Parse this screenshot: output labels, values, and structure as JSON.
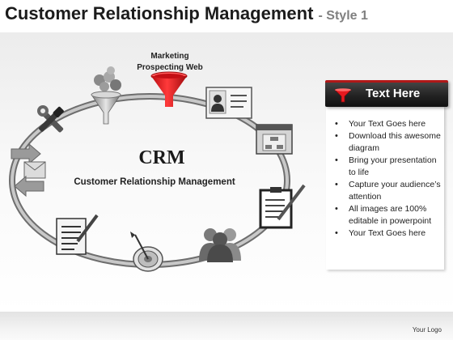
{
  "title": {
    "main": "Customer Relationship Management",
    "style_tag": "- Style 1"
  },
  "diagram": {
    "funnel_label_line1": "Marketing",
    "funnel_label_line2": "Prospecting Web",
    "center_title": "CRM",
    "center_subtitle": "Customer Relationship Management",
    "icons": [
      "tools-icon",
      "email-exchange-icon",
      "document-pen-icon",
      "target-dart-icon",
      "people-group-icon",
      "clipboard-pencil-icon",
      "web-window-icon",
      "contact-card-icon",
      "red-funnel-icon",
      "money-funnel-icon"
    ]
  },
  "panel": {
    "header": "Text Here",
    "header_icon": "red-funnel-icon",
    "bullets": [
      "Your Text Goes here",
      "Download this awesome diagram",
      "Bring your presentation to life",
      "Capture your audience’s attention",
      "All images are 100% editable in powerpoint",
      "Your Text Goes here"
    ]
  },
  "footer": {
    "logo": "Your Logo"
  },
  "colors": {
    "accent": "#e8191f",
    "ring": "#8c8c8c",
    "header_bg": "#222222",
    "header_border": "#b01818"
  }
}
